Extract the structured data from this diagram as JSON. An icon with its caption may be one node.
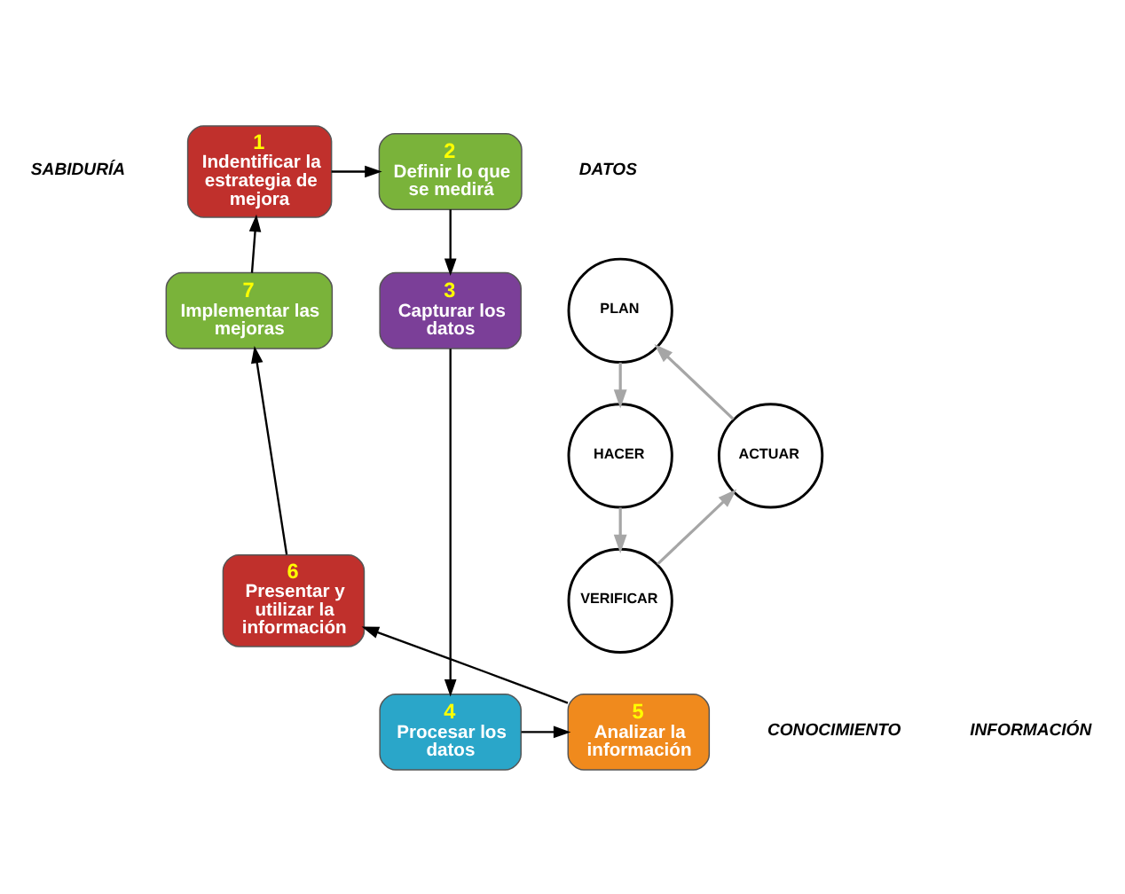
{
  "diagram": {
    "nodes": [
      {
        "text": [
          "1",
          "Indentificar la estrategia de mejora"
        ]
      },
      {
        "text": [
          "2",
          "Definir lo que se medirá"
        ]
      },
      {
        "text": [
          "3",
          "Capturar los datos"
        ]
      },
      {
        "text": [
          "4",
          "Procesar los datos"
        ]
      },
      {
        "text": [
          "5",
          "Analizar la información"
        ]
      },
      {
        "text": [
          "6",
          "Presentar y utilizar la información"
        ]
      },
      {
        "text": [
          "7",
          "Implementar las mejoras"
        ]
      },
      {
        "text": [
          "PLAN"
        ]
      },
      {
        "text": [
          "HACER"
        ]
      },
      {
        "text": [
          "VERIFICAR"
        ]
      },
      {
        "text": [
          "ACTUAR"
        ]
      }
    ],
    "edges": [
      {
        "from": 0,
        "to": 1,
        "arrow": "to"
      },
      {
        "from": 1,
        "to": 2,
        "arrow": "to"
      },
      {
        "from": 2,
        "to": 3,
        "arrow": "to"
      },
      {
        "from": 3,
        "to": 4,
        "arrow": "to"
      },
      {
        "from": 4,
        "to": 5,
        "arrow": "to"
      },
      {
        "from": 5,
        "to": 6,
        "arrow": "to"
      },
      {
        "from": 6,
        "to": 0,
        "arrow": "to"
      },
      {
        "from": 7,
        "to": 8,
        "arrow": "to",
        "color": "#a6a6a6"
      },
      {
        "from": 8,
        "to": 9,
        "arrow": "to",
        "color": "#a6a6a6"
      },
      {
        "from": 9,
        "to": 10,
        "arrow": "to",
        "color": "#a6a6a6"
      },
      {
        "from": 10,
        "to": 7,
        "arrow": "to",
        "color": "#a6a6a6"
      }
    ],
    "labels": [
      "SABIDURÍA",
      "DATOS",
      "CONOCIMIENTO",
      "INFORMACIÓN"
    ]
  }
}
